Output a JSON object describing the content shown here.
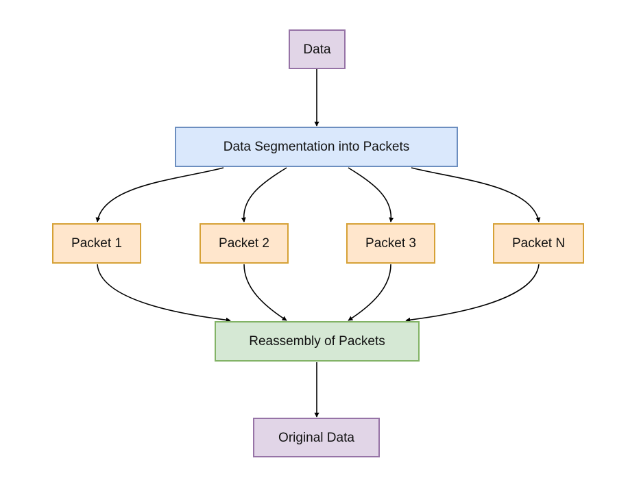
{
  "diagram": {
    "nodes": {
      "data": {
        "label": "Data",
        "color": "#e1d5e7"
      },
      "segmentation": {
        "label": "Data Segmentation into Packets",
        "color": "#dae8fc"
      },
      "packet_1": {
        "label": "Packet 1",
        "color": "#ffe6cc"
      },
      "packet_2": {
        "label": "Packet 2",
        "color": "#ffe6cc"
      },
      "packet_3": {
        "label": "Packet 3",
        "color": "#ffe6cc"
      },
      "packet_n": {
        "label": "Packet N",
        "color": "#ffe6cc"
      },
      "reassembly": {
        "label": "Reassembly of Packets",
        "color": "#d5e8d4"
      },
      "original": {
        "label": "Original Data",
        "color": "#e1d5e7"
      }
    },
    "edges": [
      {
        "from": "data",
        "to": "segmentation"
      },
      {
        "from": "segmentation",
        "to": "packet_1"
      },
      {
        "from": "segmentation",
        "to": "packet_2"
      },
      {
        "from": "segmentation",
        "to": "packet_3"
      },
      {
        "from": "segmentation",
        "to": "packet_n"
      },
      {
        "from": "packet_1",
        "to": "reassembly"
      },
      {
        "from": "packet_2",
        "to": "reassembly"
      },
      {
        "from": "packet_3",
        "to": "reassembly"
      },
      {
        "from": "packet_n",
        "to": "reassembly"
      },
      {
        "from": "reassembly",
        "to": "original"
      }
    ]
  }
}
